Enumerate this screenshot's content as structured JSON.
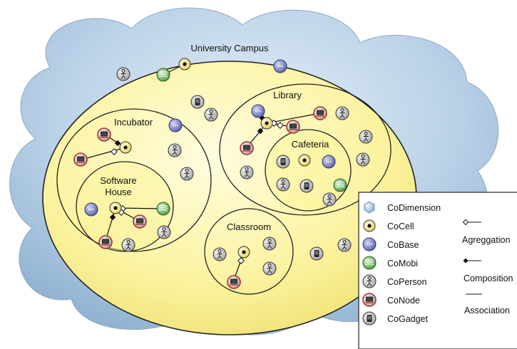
{
  "zones": {
    "campus": "University Campus",
    "library": "Library",
    "cafeteria": "Cafeteria",
    "incubator": "Incubator",
    "software_line1": "Software",
    "software_line2": "House",
    "classroom": "Classroom"
  },
  "legend": {
    "items": [
      {
        "label": "CoDimension",
        "icon": "codimension-icon"
      },
      {
        "label": "CoCell",
        "icon": "cocell-icon"
      },
      {
        "label": "CoBase",
        "icon": "cobase-icon"
      },
      {
        "label": "CoMobi",
        "icon": "comobi-icon"
      },
      {
        "label": "CoPerson",
        "icon": "coperson-icon"
      },
      {
        "label": "CoNode",
        "icon": "conode-icon"
      },
      {
        "label": "CoGadget",
        "icon": "cogadget-icon"
      }
    ],
    "relations": {
      "aggregation": "Agreggation",
      "composition": "Composition",
      "association": "Association"
    }
  },
  "colors": {
    "cloud": "#b5cfe6",
    "zone": "#fbf59a",
    "cobase": "#7c84c4",
    "comobi": "#7dbb72",
    "conode": "#c84a4a",
    "cogadget": "#555555"
  }
}
